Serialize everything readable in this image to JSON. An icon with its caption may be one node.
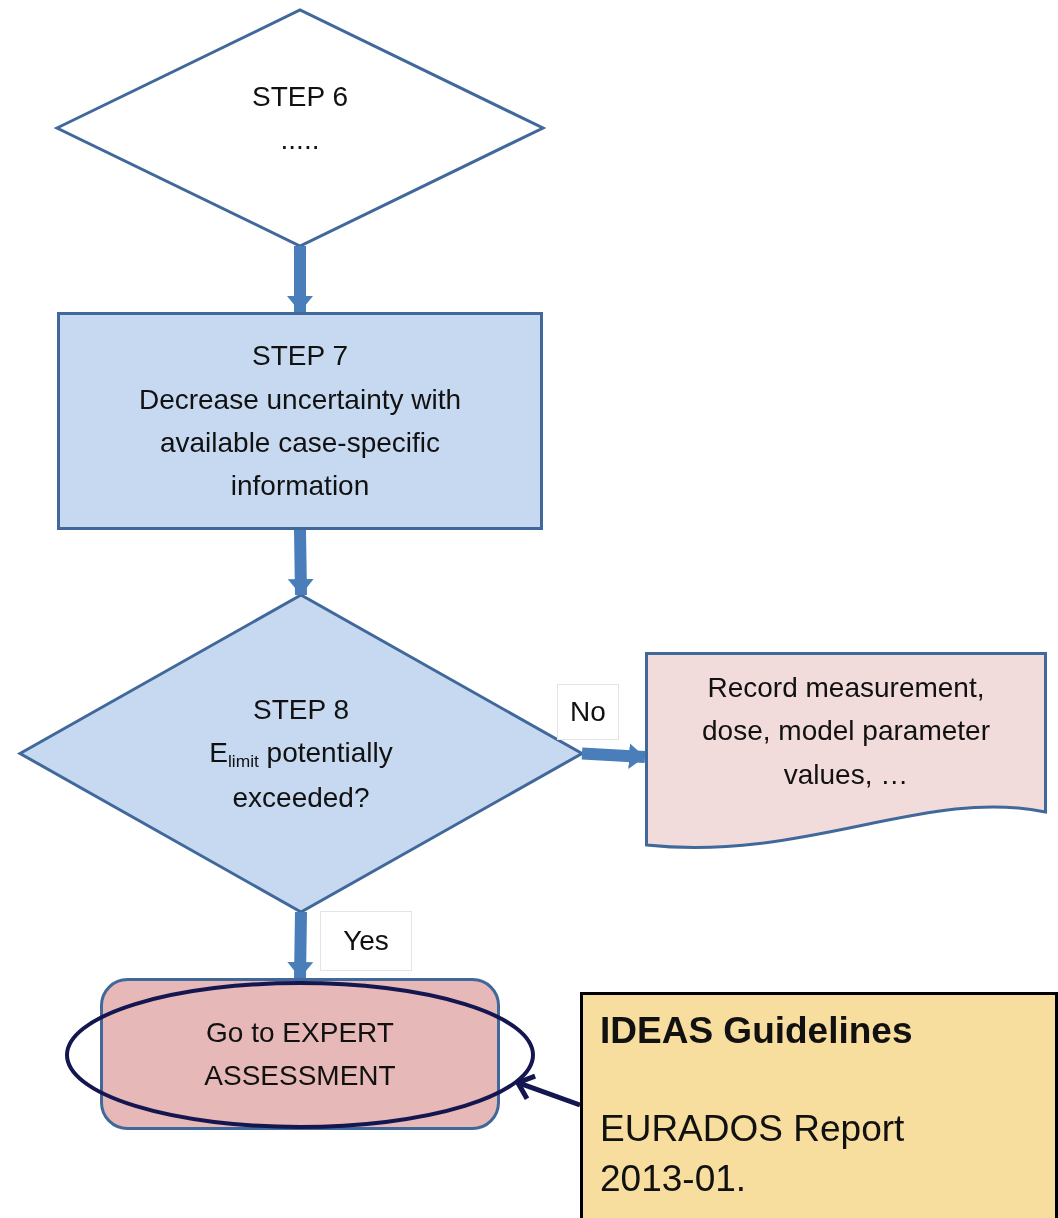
{
  "diagram": {
    "nodes": [
      {
        "text": [
          "STEP 6",
          "....."
        ]
      },
      {
        "text": [
          "STEP 7",
          "Decrease uncertainty with available case-specific information"
        ]
      },
      {
        "text": [
          "STEP 8",
          "E$_{limit}$ potentially exceeded?"
        ]
      },
      {
        "text": [
          "Record measurement, dose, model parameter values, …"
        ]
      },
      {
        "text": [
          "Go to EXPERT ASSESSMENT"
        ]
      },
      {
        "text": [],
        "shape": "ellipse"
      },
      {
        "text": [
          "IDEAS Guidelines",
          "EURADOS Report 2013-01."
        ]
      }
    ],
    "edges": [
      {
        "from": 0,
        "to": 1,
        "arrow": "to"
      },
      {
        "from": 1,
        "to": 2,
        "arrow": "to"
      },
      {
        "from": 2,
        "to": 3,
        "arrow": "to",
        "label": "No"
      },
      {
        "from": 2,
        "to": 4,
        "arrow": "to",
        "label": "Yes"
      },
      {
        "from": 6,
        "to": 5,
        "arrow": "to",
        "color": "#141650"
      }
    ]
  }
}
